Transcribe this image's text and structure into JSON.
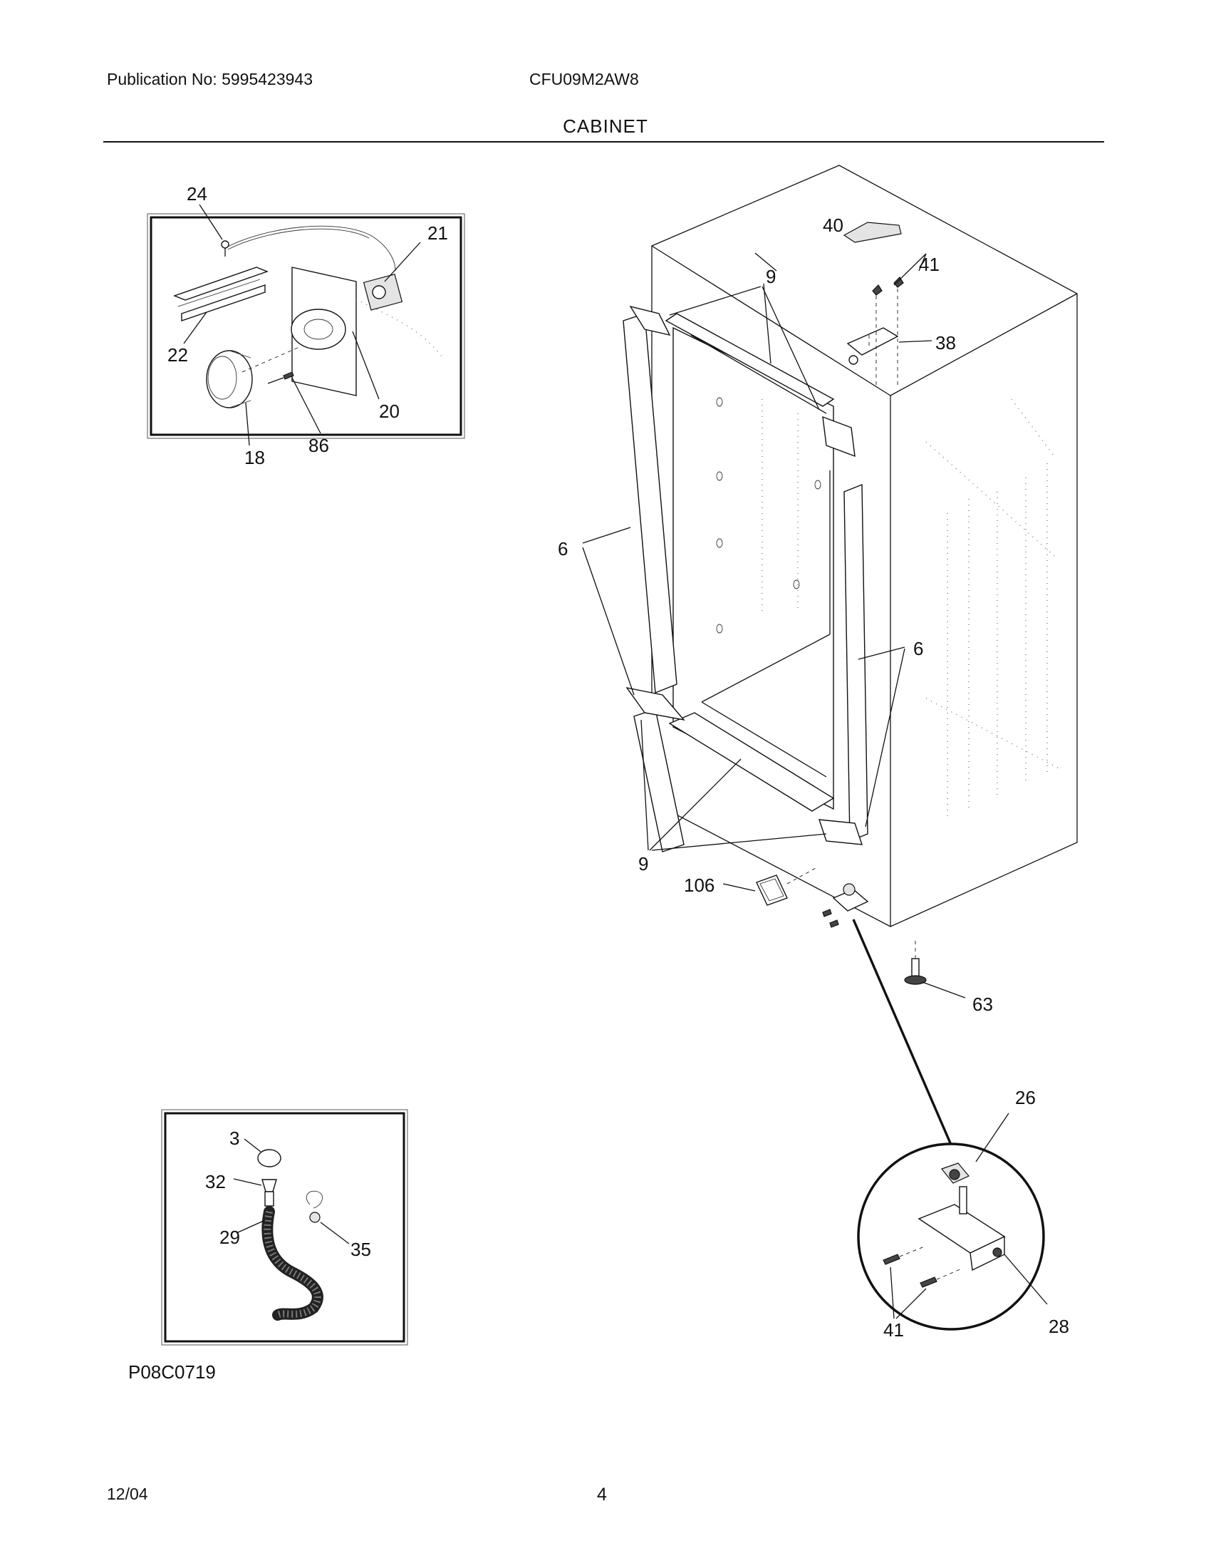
{
  "header": {
    "publication": "Publication No: 5995423943",
    "model": "CFU09M2AW8",
    "section_title": "CABINET"
  },
  "callouts": {
    "c24": "24",
    "c21": "21",
    "c22": "22",
    "c20": "20",
    "c18": "18",
    "c86": "86",
    "c40": "40",
    "c9_top": "9",
    "c41_top": "41",
    "c38": "38",
    "c6_left": "6",
    "c6_right": "6",
    "c9_bottom": "9",
    "c106": "106",
    "c63": "63",
    "c26": "26",
    "c28": "28",
    "c41_detail": "41",
    "c3": "3",
    "c32": "32",
    "c29": "29",
    "c35": "35"
  },
  "figure_code": "P08C0719",
  "footer": {
    "date": "12/04",
    "page": "4"
  }
}
